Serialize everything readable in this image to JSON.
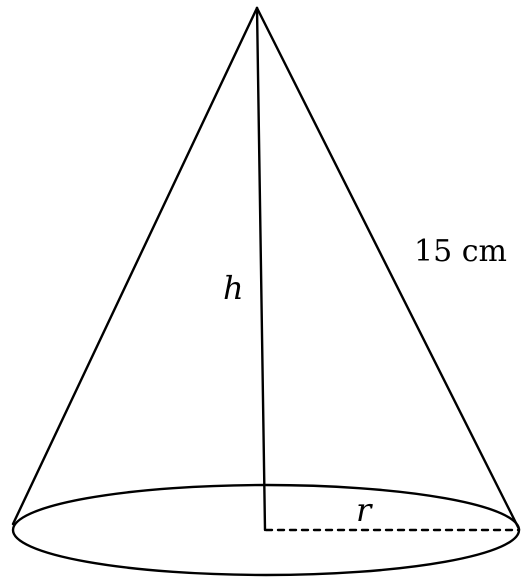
{
  "labels": {
    "height": "h",
    "radius": "r",
    "slant": "15 cm"
  },
  "colors": {
    "ink": "#000000",
    "background": "#ffffff"
  }
}
